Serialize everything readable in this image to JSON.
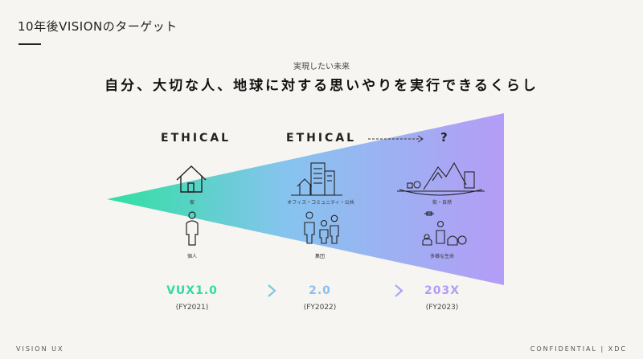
{
  "header": {
    "title": "10年後VISIONのターゲット",
    "subheading": "実現したい未来",
    "headline": "自分、大切な人、地球に対する思いやりを実行できるくらし"
  },
  "stages": {
    "col1": {
      "label": "ETHICAL",
      "icon_label": "家",
      "person_label": "個人",
      "version": "VUX1.0",
      "fy": "(FY2021)"
    },
    "col2": {
      "label": "ETHICAL",
      "icon_label": "オフィス・コミュニティ・公共",
      "person_label": "集団",
      "version": "2.0",
      "fy": "(FY2022)"
    },
    "col3": {
      "label": "?",
      "icon_label": "街・自然",
      "person_label": "多様な生命",
      "version": "203X",
      "fy": "(FY2023)"
    }
  },
  "colors": {
    "green": "#33d9a6",
    "blue": "#8bbff0",
    "purple": "#b39cf5"
  },
  "footer": {
    "left": "VISION UX",
    "right": "CONFIDENTIAL | XDC"
  }
}
